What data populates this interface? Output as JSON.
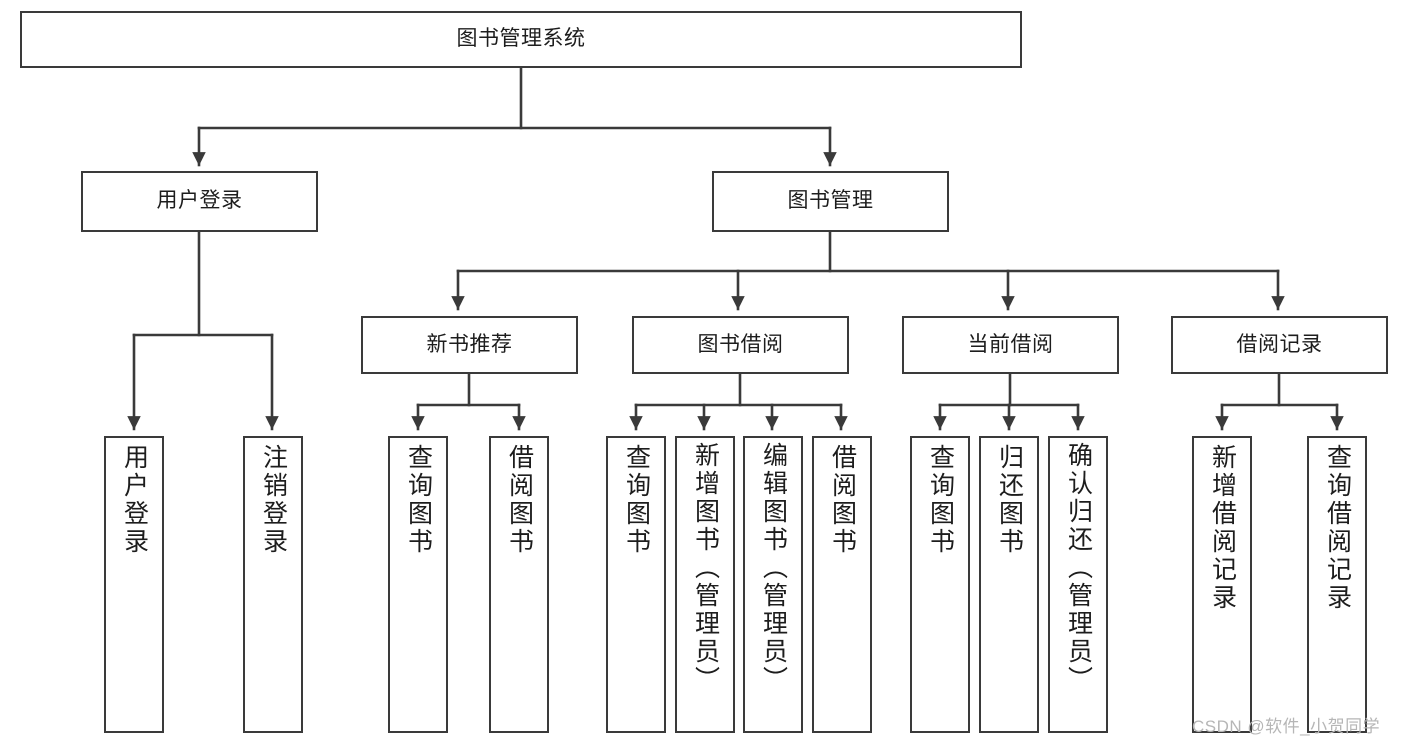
{
  "diagram": {
    "title": "图书管理系统",
    "type": "hierarchy-tree",
    "stroke_color": "#3a3a3a",
    "fill_color": "#ffffff",
    "text_color": "#1d1d1d"
  },
  "nodes": {
    "root": {
      "label": "图书管理系统"
    },
    "level1": [
      {
        "label": "用户登录"
      },
      {
        "label": "图书管理"
      }
    ],
    "level2": [
      {
        "label": "新书推荐"
      },
      {
        "label": "图书借阅"
      },
      {
        "label": "当前借阅"
      },
      {
        "label": "借阅记录"
      }
    ],
    "leaves": {
      "user_login": [
        {
          "label": "用户登录"
        },
        {
          "label": "注销登录"
        }
      ],
      "new_book": [
        {
          "label": "查询图书"
        },
        {
          "label": "借阅图书"
        }
      ],
      "book_borrow": [
        {
          "label": "查询图书"
        },
        {
          "label": "新增图书（管理员）"
        },
        {
          "label": "编辑图书（管理员）"
        },
        {
          "label": "借阅图书"
        }
      ],
      "current_borrow": [
        {
          "label": "查询图书"
        },
        {
          "label": "归还图书"
        },
        {
          "label": "确认归还（管理员）"
        }
      ],
      "borrow_record": [
        {
          "label": "新增借阅记录"
        },
        {
          "label": "查询借阅记录"
        }
      ]
    }
  },
  "watermark": {
    "text": "CSDN @软件_小贺同学"
  }
}
